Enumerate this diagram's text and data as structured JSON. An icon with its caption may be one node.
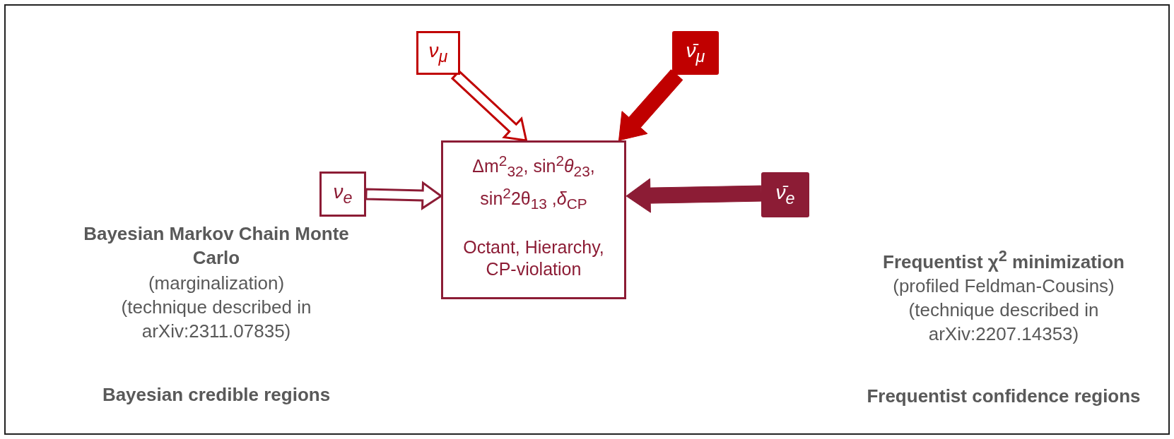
{
  "diagram": {
    "nodes": [
      {
        "text": [
          "ν$_{μ}$"
        ]
      },
      {
        "text": [
          "ν̄$_{μ}$"
        ]
      },
      {
        "text": [
          "ν$_{e}$"
        ]
      },
      {
        "text": [
          "Δm$^{2}$$_{32}$, sin$^{2}$*θ*$_{23}$, sin$^{2}$2θ$_{13}$ ,*δ*$_{CP}$",
          "Octant, Hierarchy, CP-violation"
        ]
      },
      {
        "text": [
          "ν̄$_{e}$"
        ]
      }
    ],
    "edges": [
      {
        "from": 0,
        "to": 3,
        "arrow": "to",
        "color": "#c00000"
      },
      {
        "from": 1,
        "to": 3,
        "arrow": "to",
        "style": "thick",
        "color": "#c00000"
      },
      {
        "from": 2,
        "to": 3,
        "arrow": "to"
      },
      {
        "from": 4,
        "to": 3,
        "arrow": "to",
        "style": "thick"
      }
    ],
    "labels": [
      "Bayesian Markov Chain Monte Carlo",
      "(marginalization)",
      "(technique described in arXiv:2311.07835)",
      "Bayesian credible regions",
      "Frequentist χ$^{2}$ minimization",
      "(profiled Feldman-Cousins)",
      "(technique described in arXiv:2207.14353)",
      "Frequentist confidence regions"
    ]
  }
}
